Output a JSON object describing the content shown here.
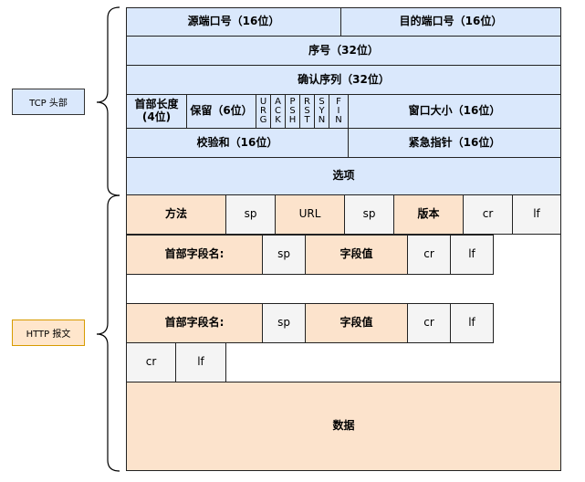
{
  "tcp": {
    "label": "TCP 头部",
    "src_port": "源端口号（16位）",
    "dst_port": "目的端口号（16位）",
    "seq": "序号（32位）",
    "ack": "确认序列（32位）",
    "header_len": "首部长度\n(4位)",
    "reserved": "保留（6位）",
    "flags": [
      {
        "text": "U\nR\nG"
      },
      {
        "text": "A\nC\nK"
      },
      {
        "text": "P\nS\nH"
      },
      {
        "text": "R\nS\nT"
      },
      {
        "text": "S\nY\nN"
      },
      {
        "text": "F\nI\nN"
      }
    ],
    "window": "窗口大小（16位）",
    "checksum": "校验和（16位）",
    "urgent": "紧急指针（16位）",
    "options": "选项"
  },
  "http": {
    "label": "HTTP 报文",
    "request_line": {
      "method": "方法",
      "sp1": "sp",
      "url": "URL",
      "sp2": "sp",
      "version": "版本",
      "cr": "cr",
      "lf": "lf"
    },
    "header_line_1": {
      "name": "首部字段名:",
      "sp": "sp",
      "value": "字段值",
      "cr": "cr",
      "lf": "lf"
    },
    "header_line_2": {
      "name": "首部字段名:",
      "sp": "sp",
      "value": "字段值",
      "cr": "cr",
      "lf": "lf"
    },
    "blank_line": {
      "cr": "cr",
      "lf": "lf"
    },
    "body": "数据"
  }
}
